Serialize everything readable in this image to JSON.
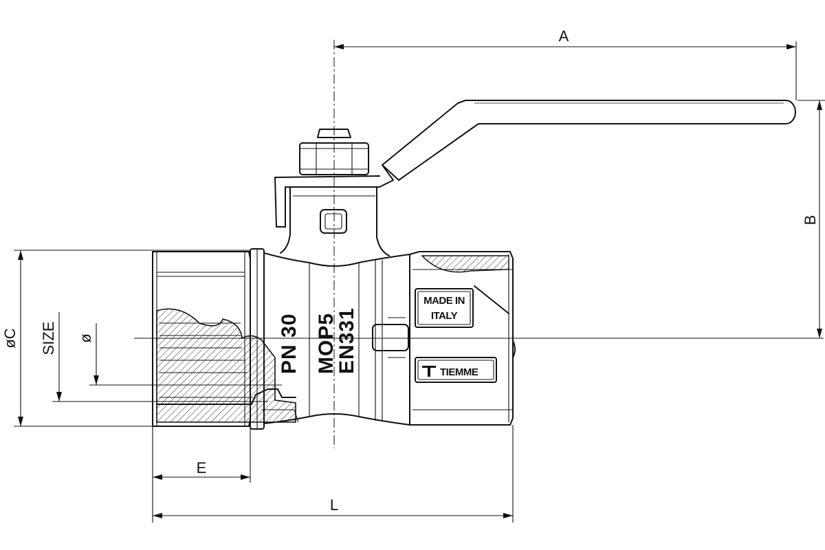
{
  "dimensions": {
    "a": "A",
    "b": "B",
    "c": "øC",
    "size": "SIZE",
    "bore": "ø",
    "e": "E",
    "l": "L"
  },
  "body_markings": {
    "pressure": "PN 30",
    "mop": "MOP5",
    "standard": "EN331"
  },
  "plates": {
    "origin_line1": "MADE IN",
    "origin_line2": "ITALY",
    "brand": "TIEMME"
  }
}
